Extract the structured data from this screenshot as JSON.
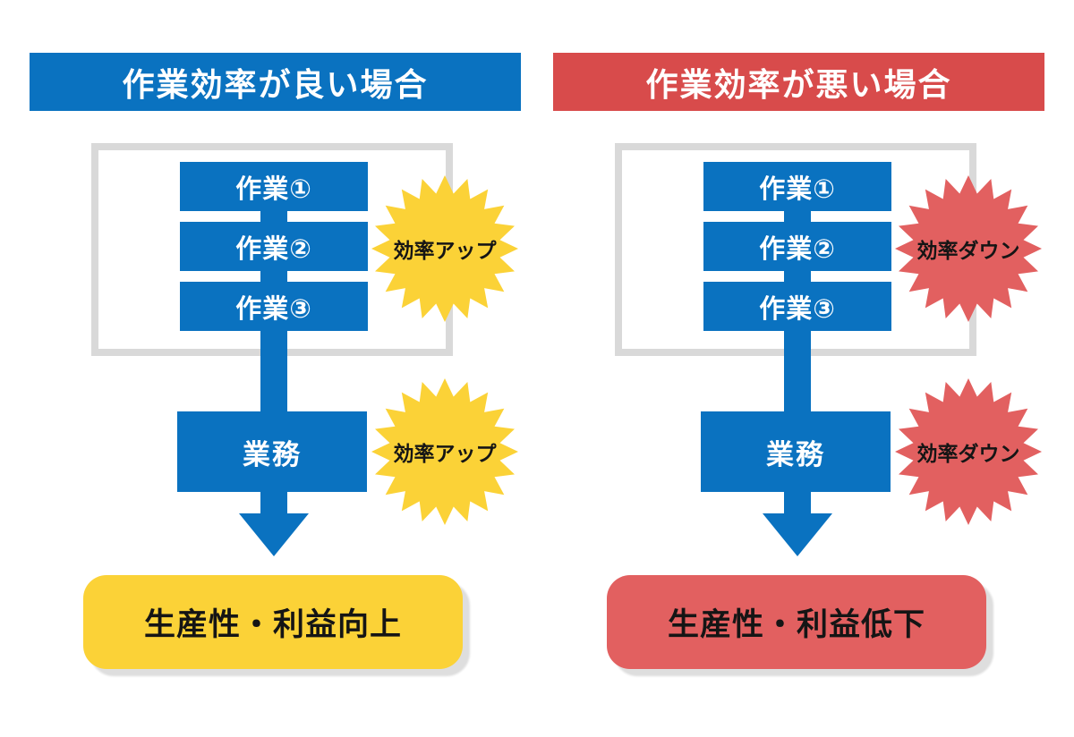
{
  "palette": {
    "blue": "#0a72c0",
    "header_red": "#d84b4b",
    "salmon": "#e26060",
    "yellow": "#fbd237",
    "frame_gray": "#d9d9d9",
    "shadow_gray": "#dedede",
    "text_black": "#151515",
    "text_white": "#ffffff"
  },
  "columns": [
    {
      "header": "作業効率が良い場合",
      "tasks": [
        "作業①",
        "作業②",
        "作業③"
      ],
      "process_label": "業務",
      "burst_top_label": "効率アップ",
      "burst_bottom_label": "効率アップ",
      "result_label": "生産性・利益向上"
    },
    {
      "header": "作業効率が悪い場合",
      "tasks": [
        "作業①",
        "作業②",
        "作業③"
      ],
      "process_label": "業務",
      "burst_top_label": "効率ダウン",
      "burst_bottom_label": "効率ダウン",
      "result_label": "生産性・利益低下"
    }
  ]
}
